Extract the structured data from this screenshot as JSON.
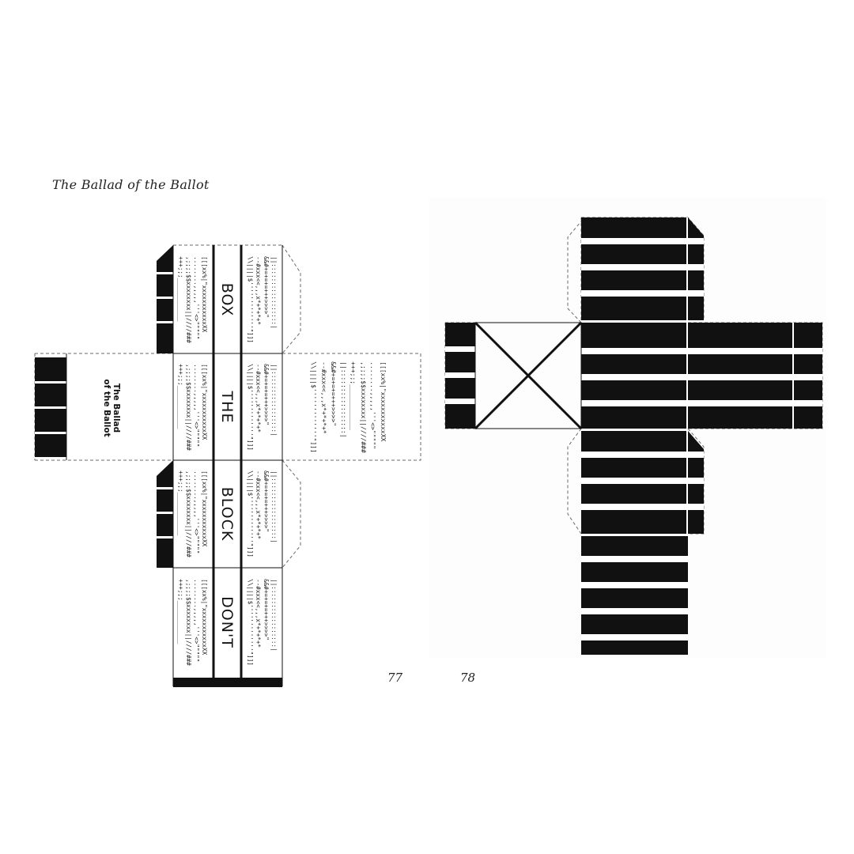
{
  "left_page": {
    "running_title": "The Ballad of the Ballot",
    "page_number": "77",
    "panel_words": [
      "BOX",
      "THE",
      "BLOCK",
      "DON'T"
    ],
    "flap_label_line1": "The Ballad",
    "flap_label_line2": "of the Ballot",
    "ascii_lines": [
      "[[[xx%|\"xxxxxxxxxxxXX",
      "........,,,,,'''<>\"\"\"\"\"",
      ",;;;;$$xxxxxxxx||////###",
      "+++;;;____________",
      "||:::::::::::::::::|",
      "&&#+=+=+=+++>>>>\"",
      "--#xxx<<,,,x*+*+*+*",
      "\\\\||||$'''''''''''''\"]]]"
    ]
  },
  "right_page": {
    "page_number": "78"
  },
  "colors": {
    "ink": "#111111",
    "dash": "#6a6a6a",
    "paper": "#ffffff"
  }
}
